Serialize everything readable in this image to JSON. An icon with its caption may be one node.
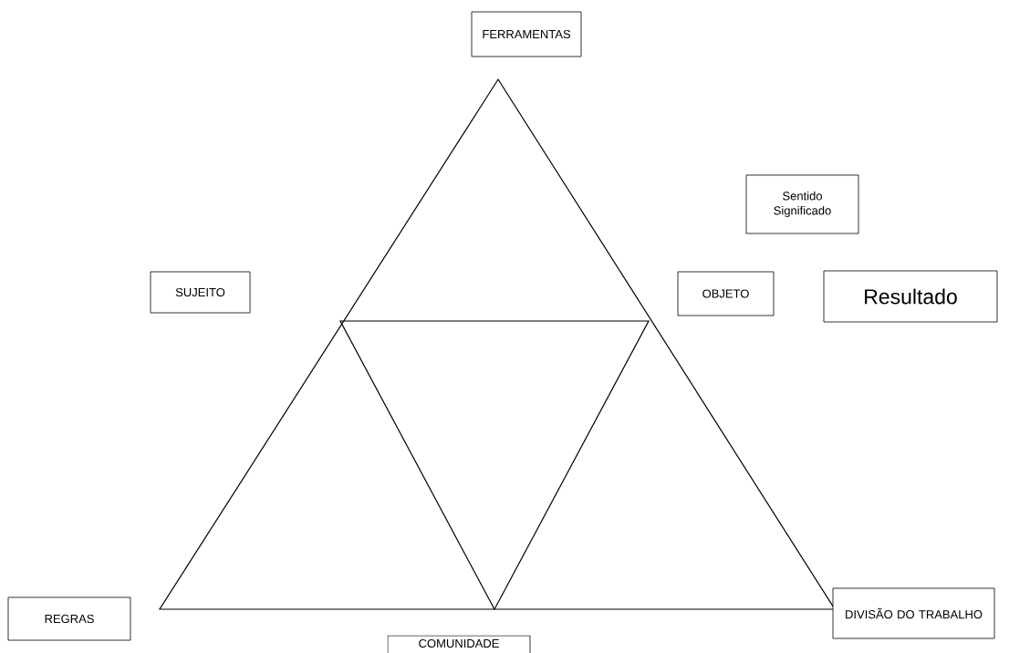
{
  "diagram": {
    "nodes": [
      {
        "text": [
          "FERRAMENTAS"
        ]
      },
      {
        "text": [
          "Sentido Significado"
        ]
      },
      {
        "text": [
          "SUJEITO"
        ]
      },
      {
        "text": [
          "OBJETO"
        ]
      },
      {
        "text": [
          "Resultado"
        ]
      },
      {
        "text": [
          "REGRAS"
        ]
      },
      {
        "text": [
          "COMUNIDADE"
        ]
      },
      {
        "text": [
          "DIVISÃO DO TRABALHO"
        ]
      }
    ]
  }
}
